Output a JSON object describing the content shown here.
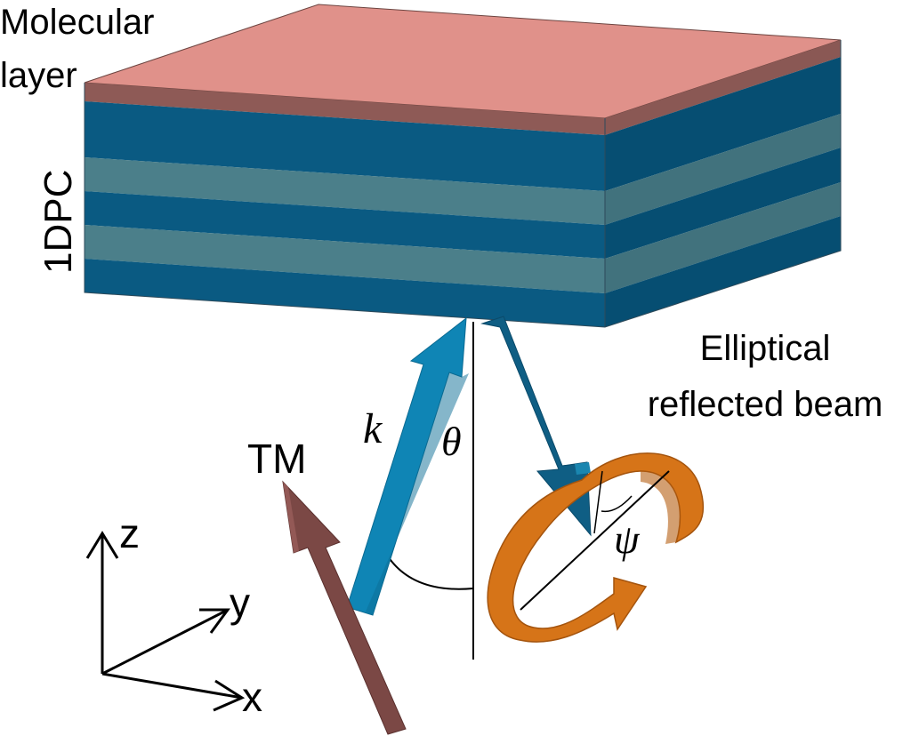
{
  "labels": {
    "molecular_layer_line1": "Molecular",
    "molecular_layer_line2": "layer",
    "photonic_crystal": "1DPC",
    "reflected_beam_line1": "Elliptical",
    "reflected_beam_line2": "reflected beam",
    "polarization": "TM",
    "wave_vector": "k",
    "incidence_angle": "θ",
    "ellipse_angle": "ψ",
    "axis_z": "z",
    "axis_y": "y",
    "axis_x": "x"
  },
  "colors": {
    "molecular_top": "#e0918a",
    "molecular_edge": "#8e5a56",
    "dark_layer": "#0a5a82",
    "dark_layer_side": "#064e72",
    "light_layer": "#4b7f8a",
    "light_layer_side": "#41727d",
    "incident_beam": "#0f85b5",
    "reflected_beam": "#0f5e84",
    "tm_arrow": "#7b4845",
    "ellipse_ring": "#d67418"
  }
}
